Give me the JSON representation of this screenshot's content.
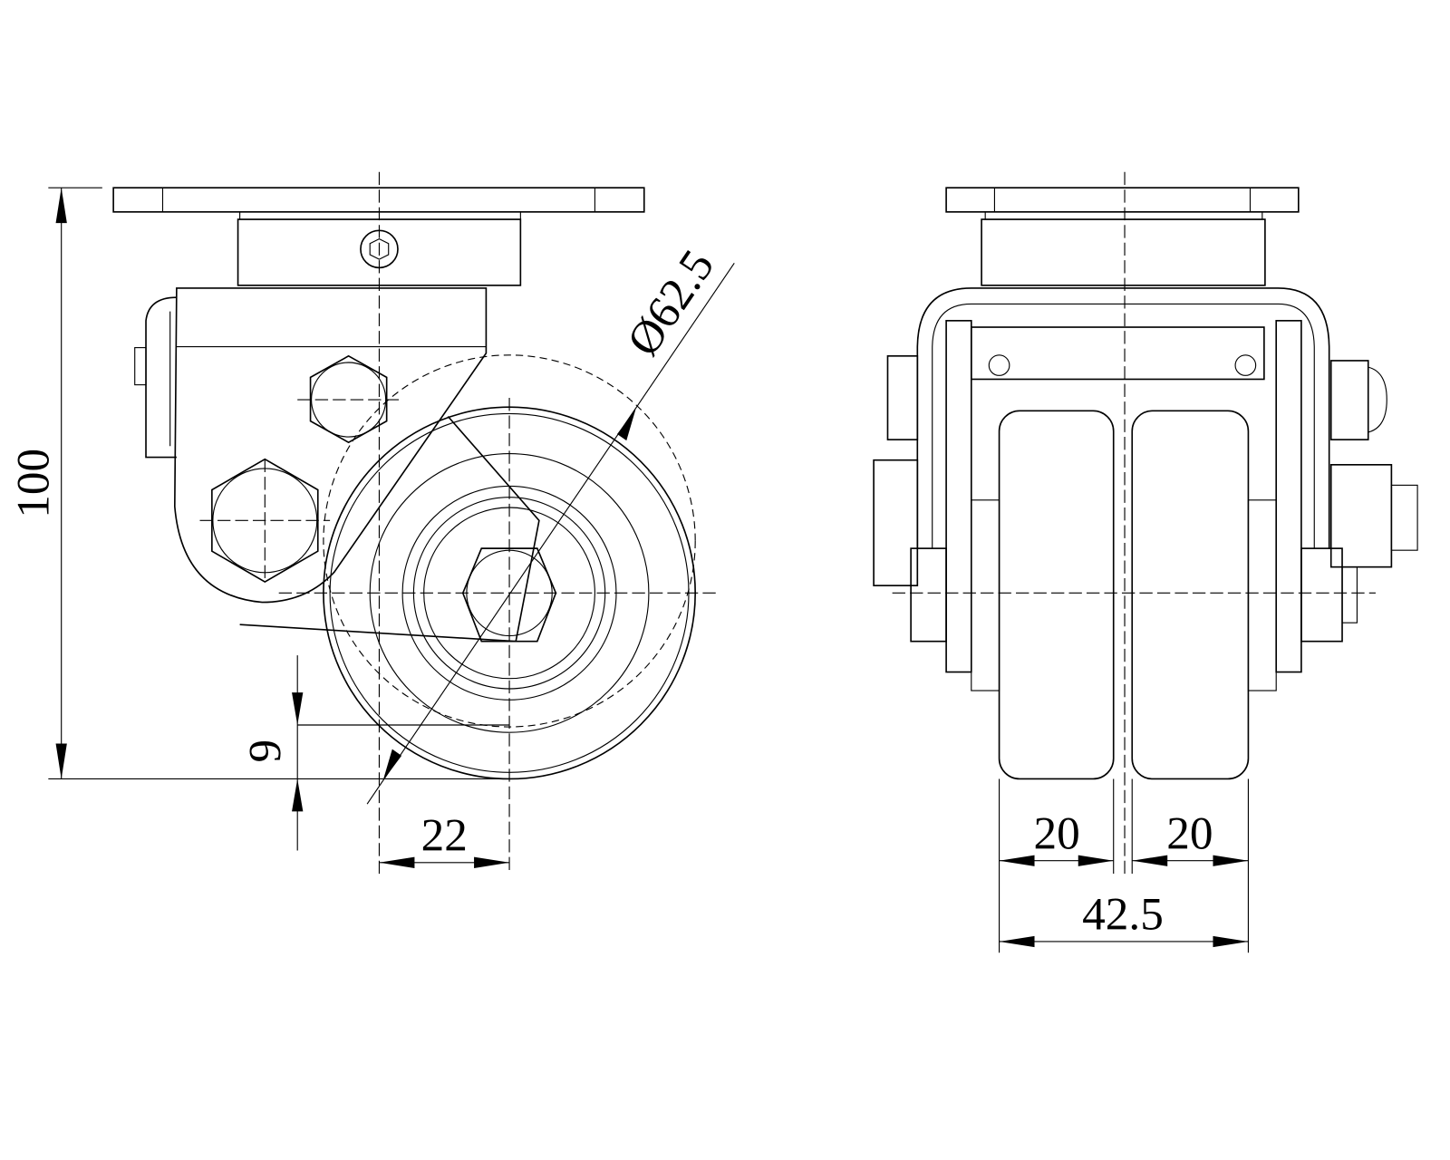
{
  "drawing": {
    "side_view": {
      "overall_height": "100",
      "wheel_diameter": "Ø62.5",
      "ground_clearance": "9",
      "swivel_offset": "22"
    },
    "front_view": {
      "wheel_width_left": "20",
      "wheel_width_right": "20",
      "overall_width": "42.5"
    },
    "line_color": "#000000"
  }
}
